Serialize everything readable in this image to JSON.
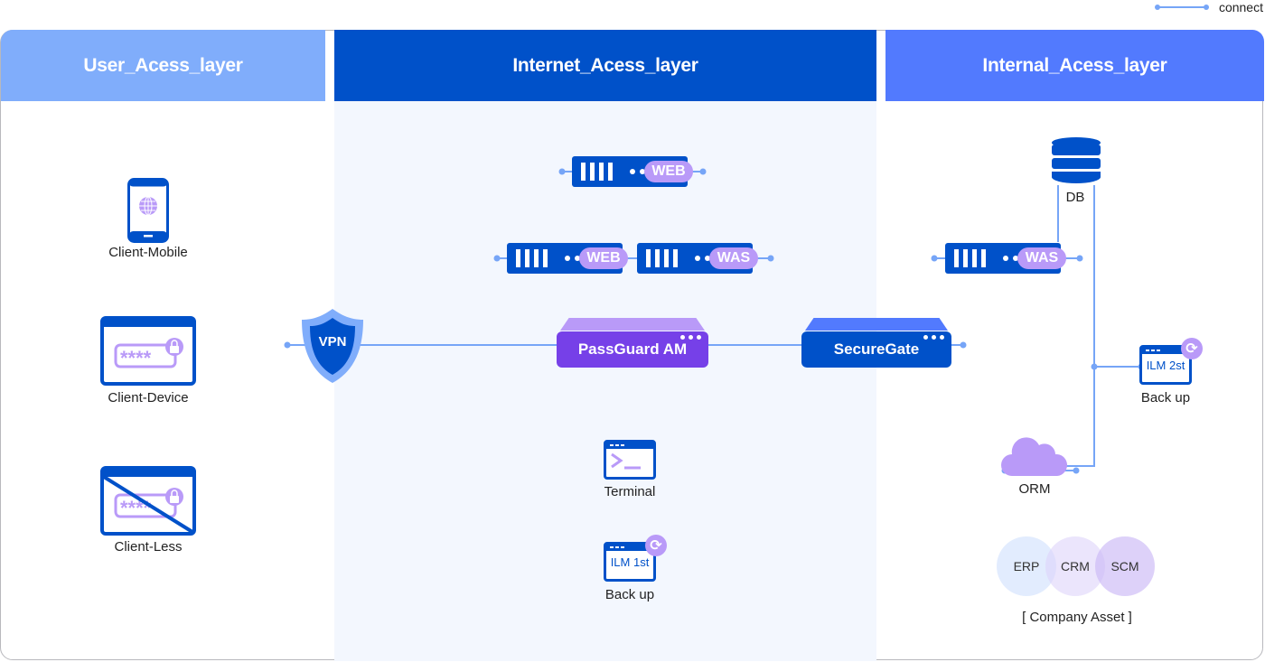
{
  "legend": {
    "label": "connect",
    "color": "#76a5f7"
  },
  "layers": [
    {
      "title": "User_Acess_layer",
      "color": "#80adfb"
    },
    {
      "title": "Internet_Acess_layer",
      "color": "#0051c9"
    },
    {
      "title": "Internal_Acess_layer",
      "color": "#527afe"
    }
  ],
  "user_layer": {
    "clients": [
      {
        "label": "Client-Mobile",
        "icon": "mobile-globe-icon"
      },
      {
        "label": "Client-Device",
        "icon": "password-window-icon"
      },
      {
        "label": "Client-Less",
        "icon": "password-window-crossed-icon"
      }
    ],
    "vpn": {
      "label": "VPN",
      "icon": "shield-icon"
    }
  },
  "internet_layer": {
    "servers": [
      {
        "tag": "WEB"
      },
      {
        "tag": "WEB"
      },
      {
        "tag": "WAS"
      }
    ],
    "passguard": {
      "label": "PassGuard AM",
      "color": "#7640e8"
    },
    "terminal": {
      "label": "Terminal",
      "icon": "terminal-icon"
    },
    "backup": {
      "badge": "ILM 1st",
      "label": "Back up",
      "icon": "sync-icon"
    }
  },
  "internal_layer": {
    "securegate": {
      "label": "SecureGate",
      "color": "#0051c9"
    },
    "db": {
      "label": "DB",
      "icon": "database-icon"
    },
    "was_server": {
      "tag": "WAS"
    },
    "backup": {
      "badge": "ILM 2st",
      "label": "Back up",
      "icon": "sync-icon"
    },
    "orm": {
      "label": "ORM",
      "icon": "cloud-icon"
    },
    "company_assets": {
      "items": [
        "ERP",
        "CRM",
        "SCM"
      ],
      "caption": "[ Company Asset ]"
    }
  }
}
